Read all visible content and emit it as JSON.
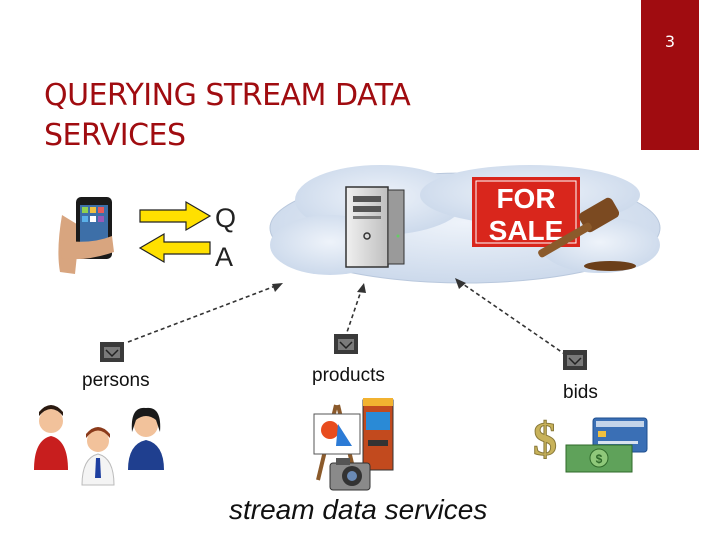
{
  "page_number": "3",
  "title": "QUERYING STREAM DATA\nSERVICES",
  "query_labels": {
    "q": "Q",
    "a": "A"
  },
  "sale_sign": {
    "line1": "FOR",
    "line2": "SALE"
  },
  "streams": [
    {
      "label": "persons"
    },
    {
      "label": "products"
    },
    {
      "label": "bids"
    }
  ],
  "footer_caption": "stream data services",
  "colors": {
    "accent": "#a00c10",
    "cloud": "#d8e3f1",
    "arrow": "#ffe000",
    "sale_red": "#d9261c"
  },
  "icons": [
    "phone-icon",
    "server-icon",
    "for-sale-sign-icon",
    "gavel-icon",
    "stream-socket-icon",
    "person-icon",
    "easel-icon",
    "arcade-icon",
    "camera-icon",
    "dollar-icon",
    "credit-card-icon",
    "banknote-icon"
  ]
}
